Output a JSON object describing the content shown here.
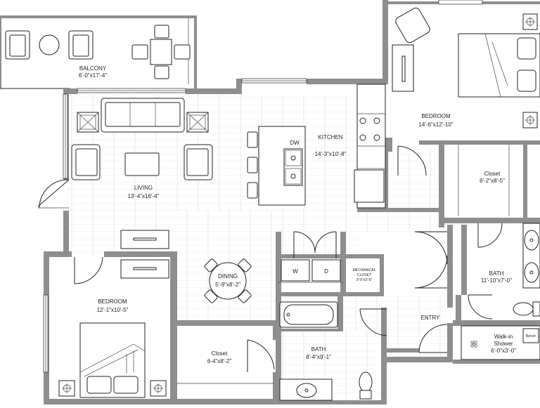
{
  "rooms": {
    "balcony": {
      "name": "BALCONY",
      "dims": "6'-0\"x17'-4\""
    },
    "bedroom_main": {
      "name": "BEDROOM",
      "dims": "14'-6\"x12'-10\""
    },
    "kitchen": {
      "name": "KITCHEN",
      "dims": "14'-3\"x10'-8\""
    },
    "living": {
      "name": "LIVING",
      "dims": "13'-4\"x16'-4\""
    },
    "closet_main": {
      "name": "Closet",
      "dims": "6'-2\"x8'-5\""
    },
    "dining": {
      "name": "DINING",
      "dims": "5'-9\"x8'-2\""
    },
    "mech_closet": {
      "name_line1": "MECHANICAL",
      "name_line2": "CLOSET",
      "dims": "3'-0\"x3'-6\""
    },
    "bath_main": {
      "name": "BATH",
      "dims": "11'-10\"x7'-0\""
    },
    "bedroom_2": {
      "name": "BEDROOM",
      "dims": "12'-1\"x10'-5\""
    },
    "entry": {
      "name": "ENTRY"
    },
    "closet_2": {
      "name": "Closet",
      "dims": "6-4\"x8'-2\""
    },
    "bath_2": {
      "name": "BATH",
      "dims": "8'-4\"x9'-1\""
    },
    "shower": {
      "name_line1": "Walk-in",
      "name_line2": "Shower",
      "dims": "6'-0\"x3'-0\""
    }
  },
  "fixtures": {
    "dishwasher": "DW",
    "washer": "W",
    "dryer": "D",
    "bench": "Bench"
  }
}
